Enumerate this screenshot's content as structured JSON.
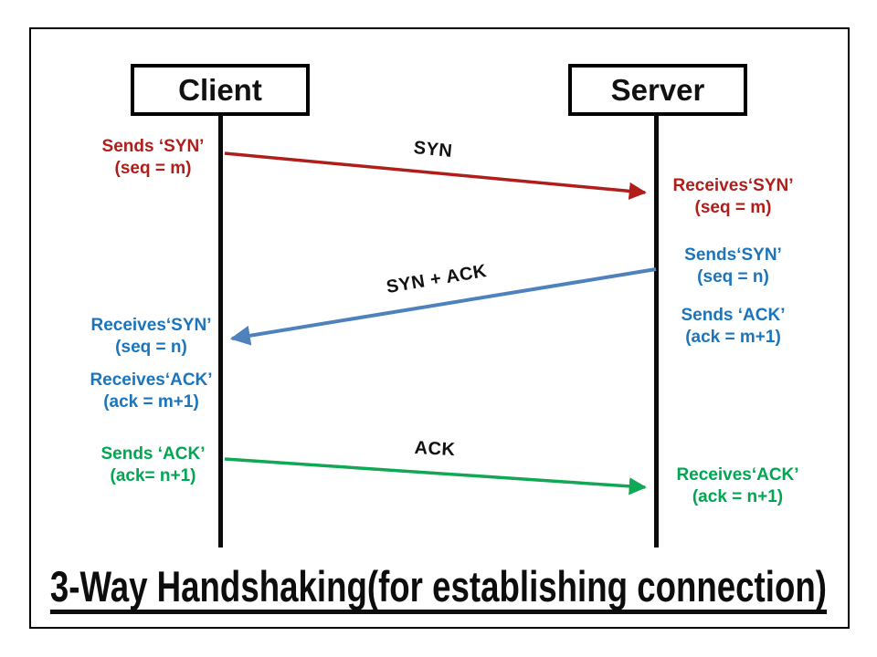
{
  "title": "3-Way Handshaking(for establishing connection)",
  "colors": {
    "red": "#B01E1A",
    "blue": "#1B75BC",
    "blue_arrow": "#4F81BD",
    "green": "#00A651",
    "green_arrow": "#10A854"
  },
  "actors": {
    "client": "Client",
    "server": "Server"
  },
  "messages": {
    "syn": {
      "label": "SYN",
      "from": "Client",
      "to": "Server",
      "color": "#B01E1A"
    },
    "syn_ack": {
      "label": "SYN + ACK",
      "from": "Server",
      "to": "Client",
      "color": "#4F81BD"
    },
    "ack": {
      "label": "ACK",
      "from": "Client",
      "to": "Server",
      "color": "#10A854"
    }
  },
  "annotations": {
    "client_sends_syn": {
      "line1": "Sends ‘SYN’",
      "line2": "(seq = m)"
    },
    "server_receives_syn": {
      "line1": "Receives‘SYN’",
      "line2": "(seq = m)"
    },
    "server_sends_syn": {
      "line1": "Sends‘SYN’",
      "line2": "(seq = n)"
    },
    "server_sends_ack": {
      "line1": "Sends ‘ACK’",
      "line2": "(ack = m+1)"
    },
    "client_receives_syn": {
      "line1": "Receives‘SYN’",
      "line2": "(seq = n)"
    },
    "client_receives_ack": {
      "line1": "Receives‘ACK’",
      "line2": "(ack = m+1)"
    },
    "client_sends_ack": {
      "line1": "Sends ‘ACK’",
      "line2": "(ack= n+1)"
    },
    "server_receives_ack": {
      "line1": "Receives‘ACK’",
      "line2": "(ack = n+1)"
    }
  }
}
